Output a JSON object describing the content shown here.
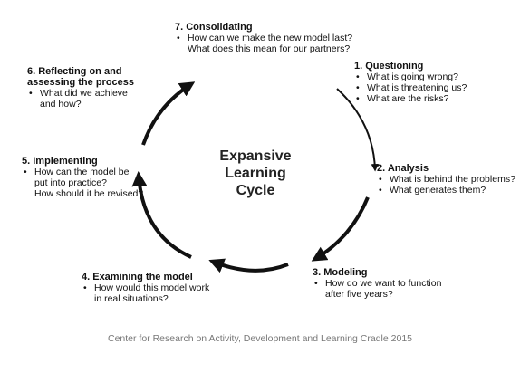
{
  "diagram": {
    "center_title": [
      "Expansive",
      "Learning",
      "Cycle"
    ],
    "stages": [
      {
        "heading": "7. Consolidating",
        "bullets": [
          [
            "How can we make the new model last?",
            "What does this mean for our partners?"
          ]
        ]
      },
      {
        "heading": "1. Questioning",
        "bullets": [
          [
            "What is going wrong?"
          ],
          [
            "What is threatening us?"
          ],
          [
            "What are the risks?"
          ]
        ]
      },
      {
        "heading": "2. Analysis",
        "bullets": [
          [
            "What is behind the problems?"
          ],
          [
            "What generates them?"
          ]
        ]
      },
      {
        "heading": "3. Modeling",
        "bullets": [
          [
            "How do we want to function",
            "after five years?"
          ]
        ]
      },
      {
        "heading": "4. Examining the model",
        "bullets": [
          [
            "How would this model work",
            "in real situations?"
          ]
        ]
      },
      {
        "heading": "5. Implementing",
        "bullets": [
          [
            "How can the model be",
            "put into practice?",
            "How should it be revised?"
          ]
        ]
      },
      {
        "heading": "6. Reflecting on and assessing the process",
        "bullets": [
          [
            "What did we achieve and how?"
          ]
        ]
      }
    ],
    "footer": "Center for Research on Activity, Development and Learning Cradle 2015",
    "arrow_color": "#111111"
  }
}
